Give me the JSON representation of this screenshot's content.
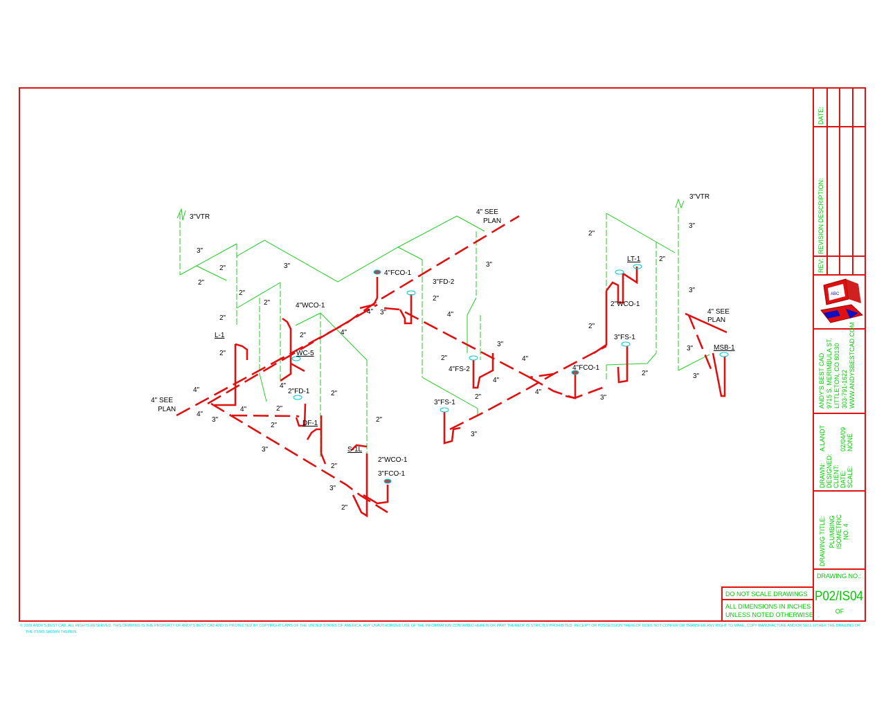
{
  "drawing": {
    "labels": [
      "3\"VTR",
      "3\"",
      "2\"",
      "2\"",
      "3\"",
      "2\"",
      "2\"",
      "4\"WCO-1",
      "2\"",
      "L-1",
      "2\"",
      "4\"",
      "2\"",
      "WC-5",
      "4\"",
      "4\"",
      "2\"FD-1",
      "2\"",
      "4\" SEE",
      "PLAN",
      "4\"",
      "4\"",
      "3\"",
      "2\"",
      "2\"",
      "DF-1",
      "2\"",
      "3\"",
      "S-1L",
      "2\"WCO-1",
      "3\"FCO-1",
      "2\"",
      "3\"",
      "2\"",
      "4\" SEE",
      "PLAN",
      "4\"FCO-1",
      "3\"FD-2",
      "2\"",
      "3\"",
      "4\"",
      "3\"",
      "4\"",
      "3\"",
      "2\"",
      "4\"FS-2",
      "4\"",
      "4\"",
      "3\"FS-1",
      "2\"",
      "3\"",
      "4\"FCO-1",
      "4\"",
      "3\"",
      "2\"",
      "LT-1",
      "2\"WCO-1",
      "2\"",
      "3\"FS-1",
      "2\"",
      "3\"VTR",
      "3\"",
      "2\"",
      "3\"",
      "4\" SEE",
      "PLAN",
      "3\"",
      "MSB-1",
      "3\""
    ]
  },
  "title_block": {
    "date_label": "DATE:",
    "revision_label": "REVISION DESCRIPTION:",
    "rev_label": "REV:",
    "logo_text": "ABC",
    "company": [
      "ANDY'S BEST CAD",
      "9715 S. MERIMBULA ST.",
      "LITTLETON, CO 80130",
      "303-791-1622",
      "WWW.ANDYSBESTCAD.COM"
    ],
    "fields_labels": [
      "DRAWN:",
      "DESIGNED:",
      "CLIENT:",
      "DATE:",
      "SCALE:"
    ],
    "drawn": "A.LANDT",
    "date": "02/04/09",
    "scale": "NONE",
    "drawing_title_label": "DRAWING TITLE:",
    "drawing_title": [
      "PLUMBING",
      "ISOMETRIC",
      "NO. 4"
    ],
    "drawing_no_label": "DRAWING NO.:",
    "drawing_no": "P02/IS04",
    "of": "OF"
  },
  "notes": {
    "do_not_scale": "DO NOT SCALE DRAWINGS",
    "dimensions": [
      "ALL DIMENSIONS IN INCHES",
      "UNLESS NOTED OTHERWISE"
    ]
  },
  "footer": {
    "line1": "© 2009 ANDY'S BEST CAD. ALL RIGHTS RESERVED. THIS DRAWING IS THE PROPERTY OF ANDY'S BEST CAD AND IS PROTECTED BY COPYRIGHT LAWS OF THE UNITED STATES OF AMERICA. ANY UNAUTHORIZED USE OF THE INFORMATION CONTAINED HEREIN OR PART THEREOF IS STRICTLY PROHIBITED. RECEIPT OR POSSESSION THEREOF DOES NOT CONFER OR TRANSFER ANY RIGHT TO MAKE, COPY MANUFACTURE AND/OR SELL EITHER THE DRAWING OR",
    "line2": "THE ITEMS SHOWN THEREIN."
  }
}
